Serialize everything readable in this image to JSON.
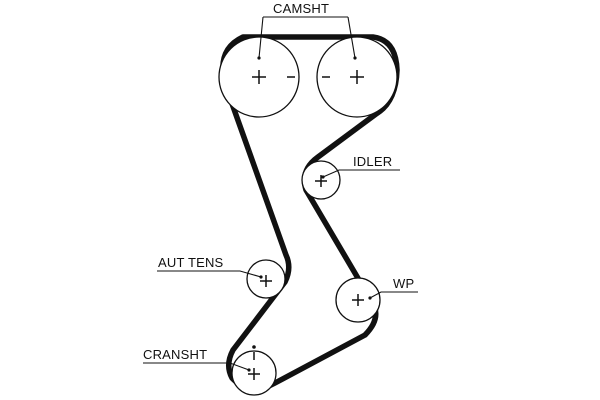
{
  "diagram": {
    "labels": {
      "camshaft": "CAMSHT",
      "idler": "IDLER",
      "tensioner": "AUT TENS",
      "water_pump": "WP",
      "crankshaft": "CRANSHT"
    },
    "colors": {
      "ink": "#111111",
      "background": "#ffffff"
    }
  }
}
